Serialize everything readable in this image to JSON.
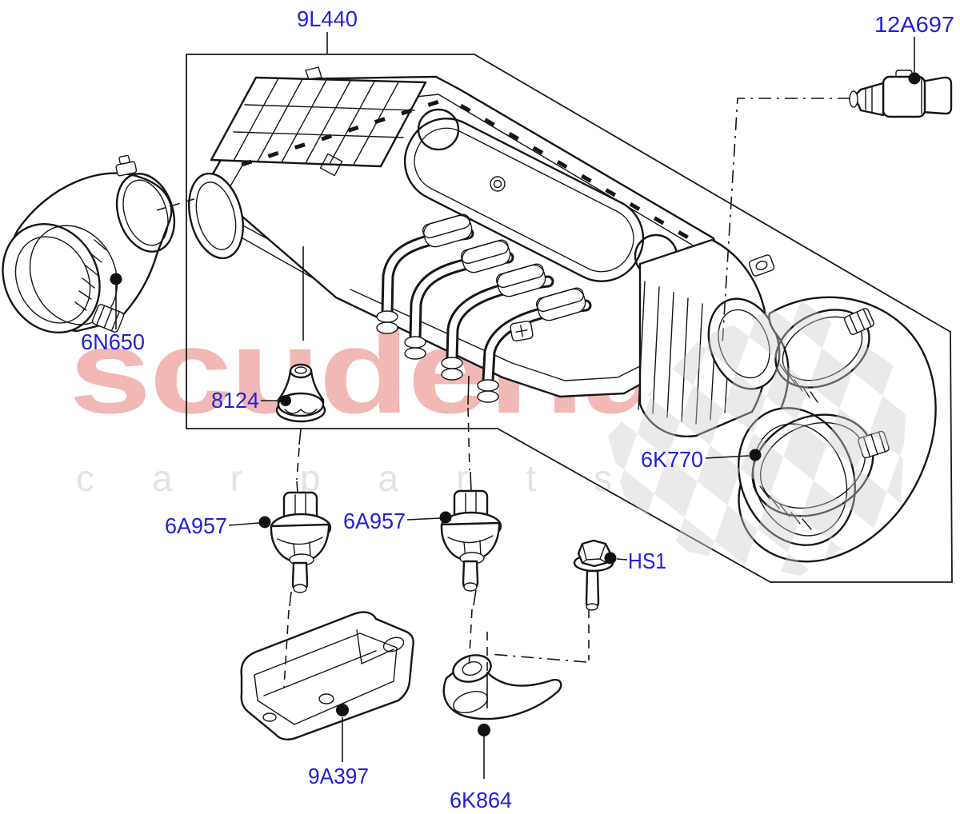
{
  "diagram": {
    "label_color": "#2121d8",
    "line_color": "#161616",
    "part_labels": {
      "assembly": "9L440",
      "sensor": "12A697",
      "inlet_duct": "6N650",
      "nut": "8124",
      "isolator_left": "6A957",
      "isolator_right": "6A957",
      "outlet_duct": "6K770",
      "bolt": "HS1",
      "tray": "9A397",
      "bracket": "6K864"
    }
  },
  "watermark": {
    "brand": "scuderia",
    "subtext": "carparts",
    "brand_color": "#f1b8b5",
    "subtext_color": "#e3e3e3",
    "checker_color": "#cdcdcd"
  }
}
